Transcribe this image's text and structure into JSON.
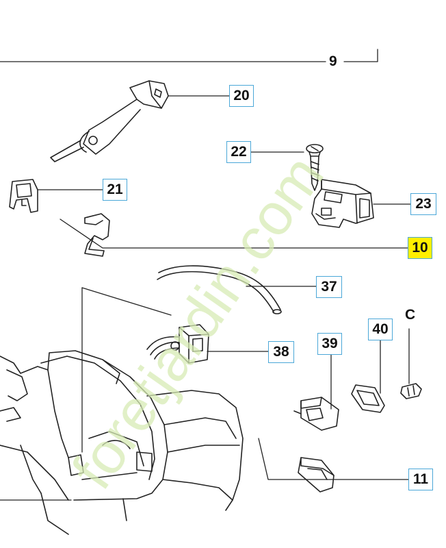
{
  "callouts": [
    {
      "id": "9",
      "label": "9"
    },
    {
      "id": "20",
      "label": "20"
    },
    {
      "id": "22",
      "label": "22"
    },
    {
      "id": "21",
      "label": "21"
    },
    {
      "id": "23",
      "label": "23"
    },
    {
      "id": "10",
      "label": "10",
      "highlight": true
    },
    {
      "id": "37",
      "label": "37"
    },
    {
      "id": "38",
      "label": "38"
    },
    {
      "id": "39",
      "label": "39"
    },
    {
      "id": "40",
      "label": "40"
    },
    {
      "id": "11",
      "label": "11"
    }
  ],
  "variant_label": "C",
  "watermark": "foretjardin.com",
  "colors": {
    "callout_border": "#4aa7d8",
    "highlight": "#ffef00",
    "line": "#222222",
    "watermark": "#cfe6a8"
  }
}
